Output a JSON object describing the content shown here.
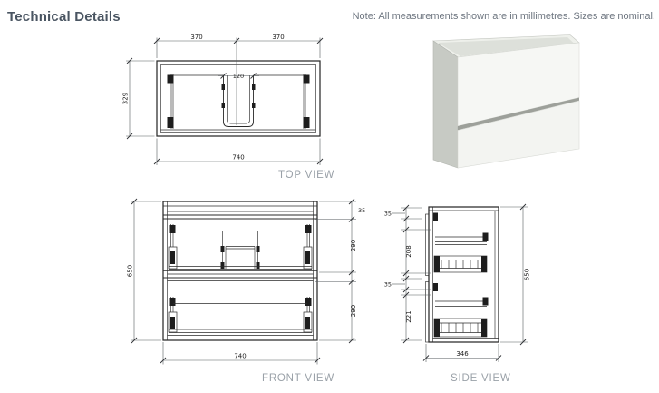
{
  "header": {
    "title": "Technical Details",
    "note": "Note: All measurements shown are in millimetres. Sizes are nominal."
  },
  "top_view": {
    "label": "TOP VIEW",
    "dim_left_opening": "370",
    "dim_right_opening": "370",
    "dim_center_gap": "120",
    "dim_depth": "329",
    "dim_width": "740"
  },
  "front_view": {
    "label": "FRONT VIEW",
    "dim_height": "650",
    "dim_width": "740",
    "dim_top_rail": "35",
    "dim_top_drawer": "290",
    "dim_bottom_drawer": "290"
  },
  "side_view": {
    "label": "SIDE VIEW",
    "dim_top_gap": "35",
    "dim_top_drawer_depth": "208",
    "dim_mid_gap": "35",
    "dim_bottom_drawer_depth": "221",
    "dim_height": "650",
    "dim_depth": "346"
  },
  "render_3d": {
    "name": "two-drawer-vanity-cabinet"
  },
  "colors": {
    "title_text": "#4a5562",
    "note_text": "#6e7680",
    "view_label_text": "#9aa1a8",
    "drawing_line": "#2b2b2b",
    "dimension_line": "#555a5e",
    "cabinet_side": "#c7cac4",
    "cabinet_front": "#f6f7f4",
    "cabinet_gap": "#9da09a"
  }
}
